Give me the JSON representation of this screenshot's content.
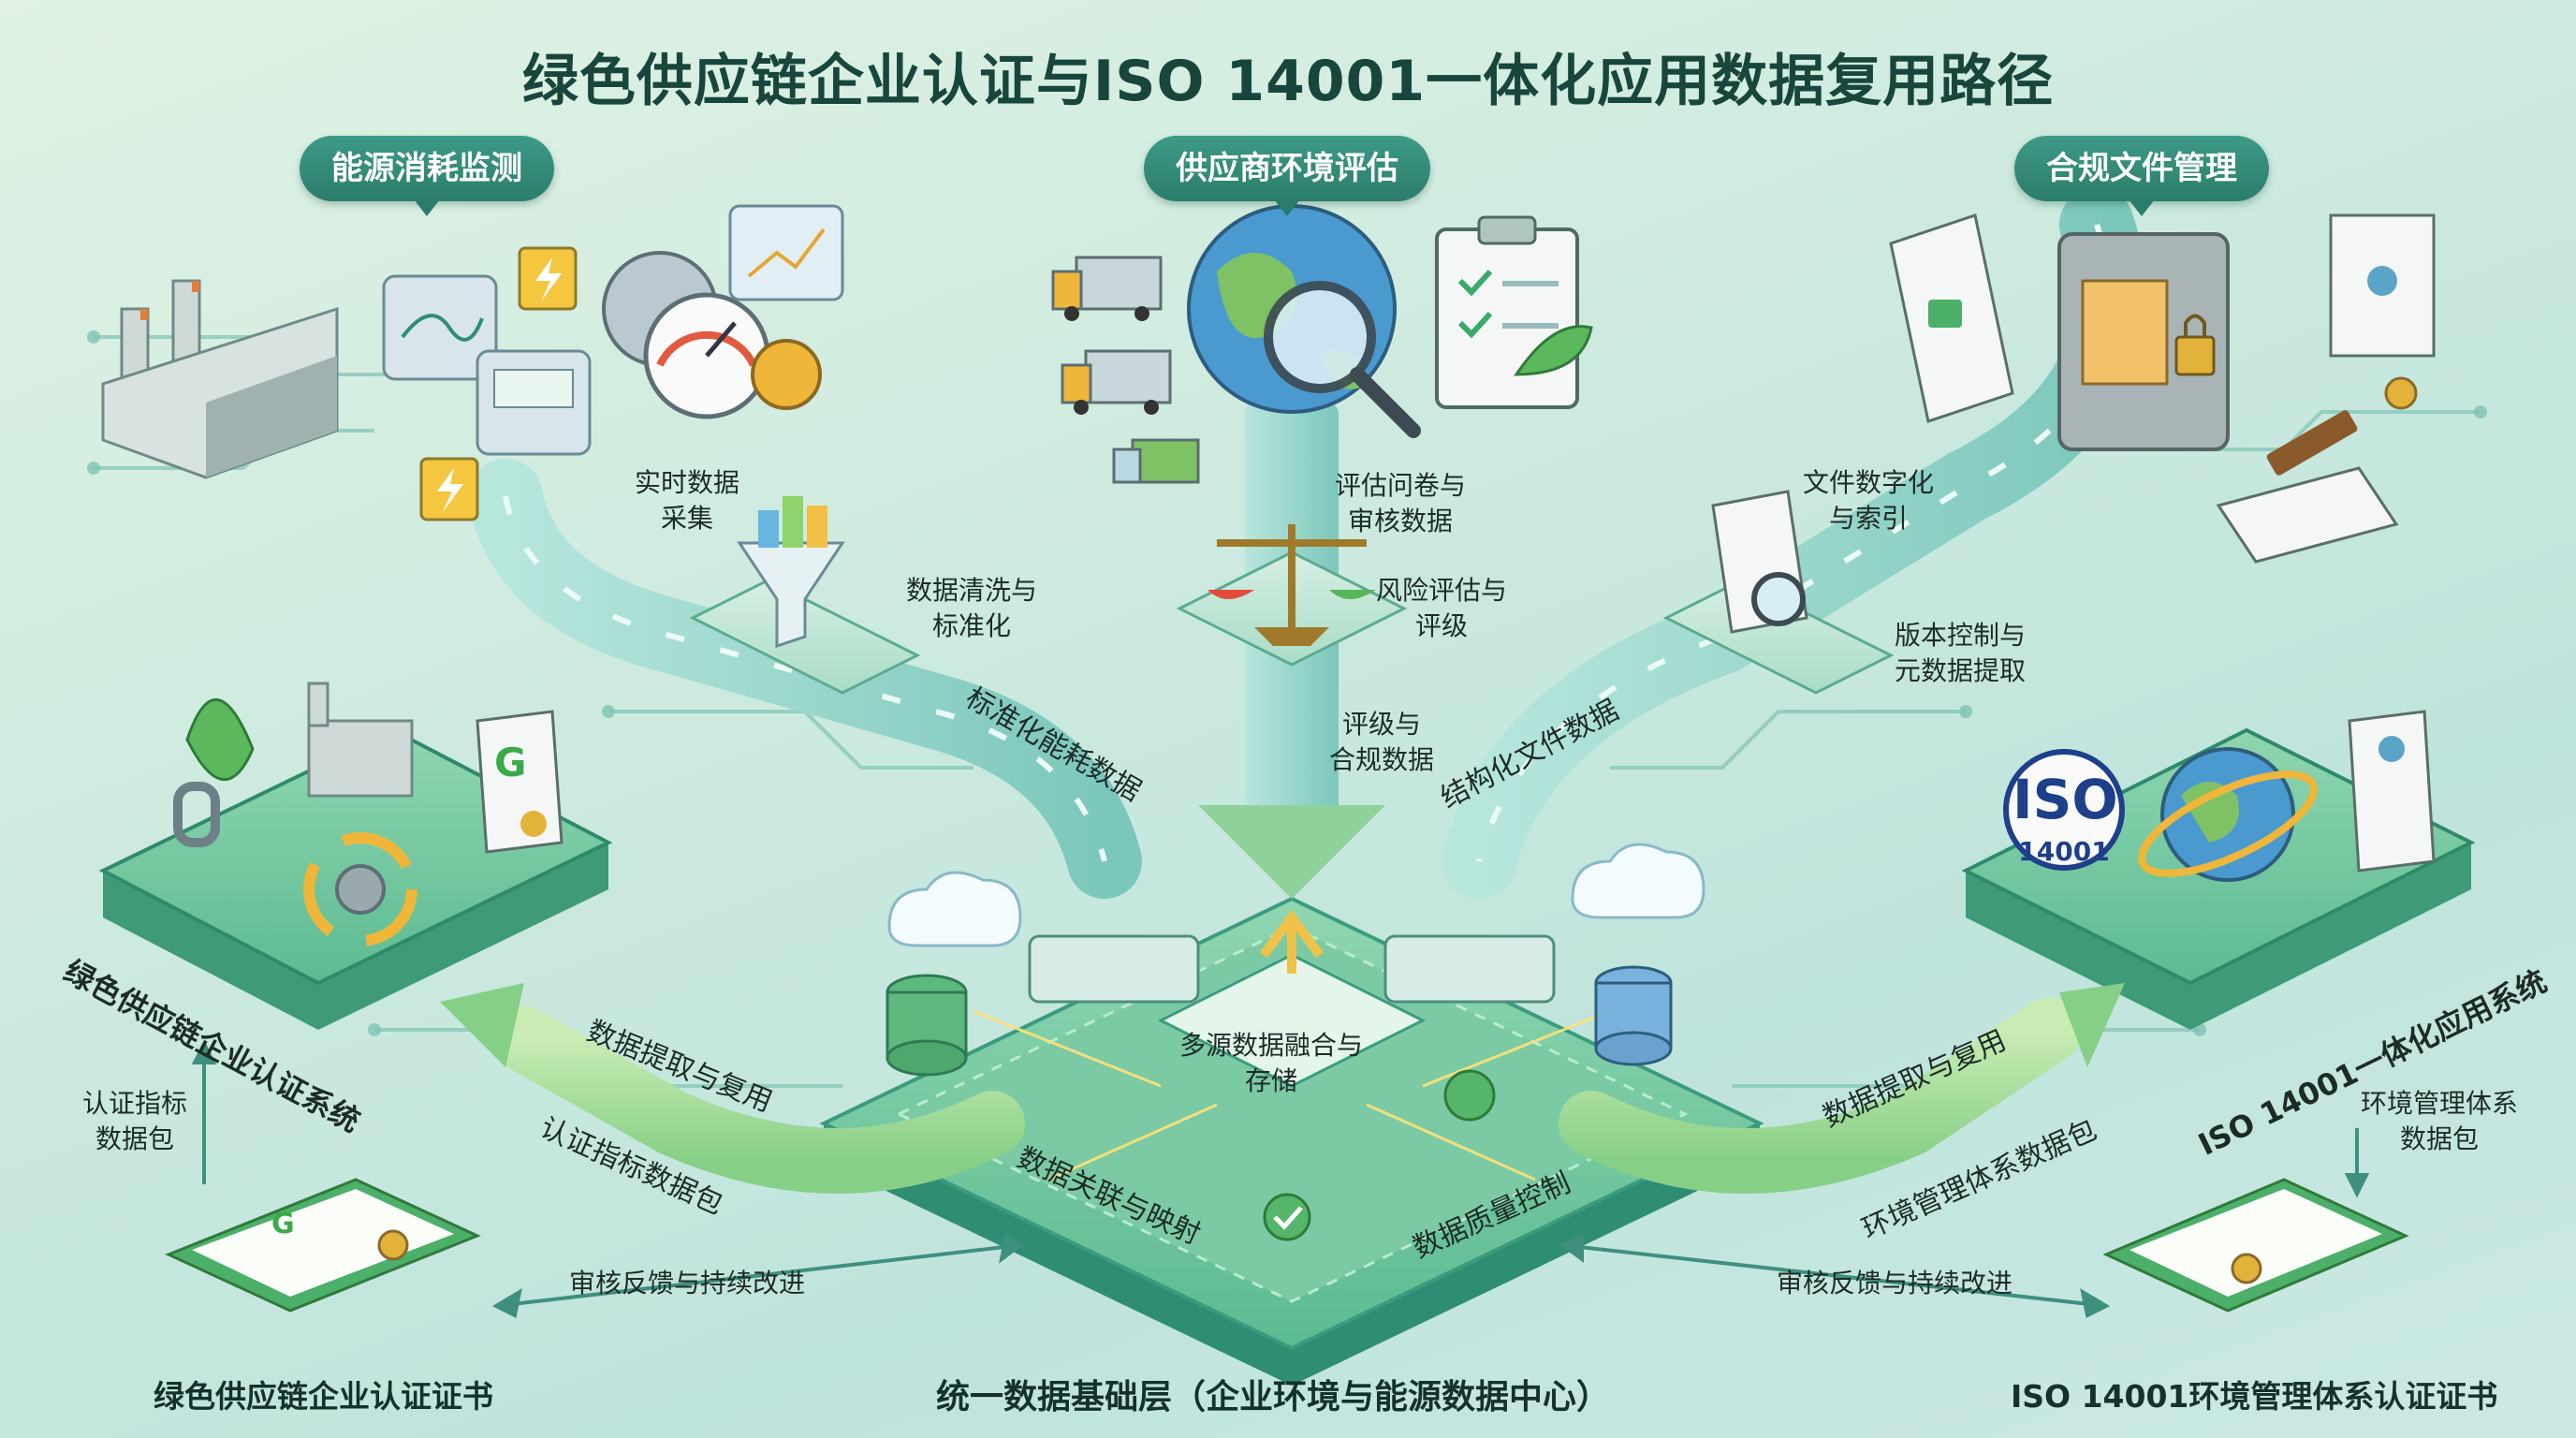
{
  "title": "绿色供应链企业认证与ISO 14001一体化应用数据复用路径",
  "sections": {
    "energy": "能源消耗监测",
    "supplier": "供应商环境评估",
    "compliance": "合规文件管理"
  },
  "flow_labels": {
    "realtime": "实时数据\n采集",
    "clean": "数据清洗与\n标准化",
    "std_energy": "标准化能耗数据",
    "survey": "评估问卷与\n审核数据",
    "risk": "风险评估与\n评级",
    "rating": "评级与\n合规数据",
    "digitize": "文件数字化\n与索引",
    "version": "版本控制与\n元数据提取",
    "structured": "结构化文件数据",
    "fusion": "多源数据融合与\n存储",
    "relation": "数据关联与映射",
    "quality": "数据质量控制",
    "extract_left": "数据提取与复用",
    "cert_pack_left": "认证指标数据包",
    "extract_right": "数据提取与复用",
    "ems_pack_right": "环境管理体系数据包",
    "left_system": "绿色供应链企业认证系统",
    "right_system": "ISO 14001一体化应用系统",
    "cert_side": "认证指标\n数据包",
    "ems_side": "环境管理体系\n数据包",
    "feedback_left": "审核反馈与持续改进",
    "feedback_right": "审核反馈与持续改进",
    "iso_badge": "ISO",
    "iso_num": "14001",
    "g_letter": "G"
  },
  "bottom": {
    "left": "绿色供应链企业认证证书",
    "center": "统一数据基础层（企业环境与能源数据中心）",
    "right": "ISO 14001环境管理体系认证证书"
  },
  "colors": {
    "title": "#18463c",
    "pill": "#2b7d6b",
    "platform": "#4fae8a",
    "arrow": "#9fd78f",
    "pipe": "#8ccfc4"
  }
}
